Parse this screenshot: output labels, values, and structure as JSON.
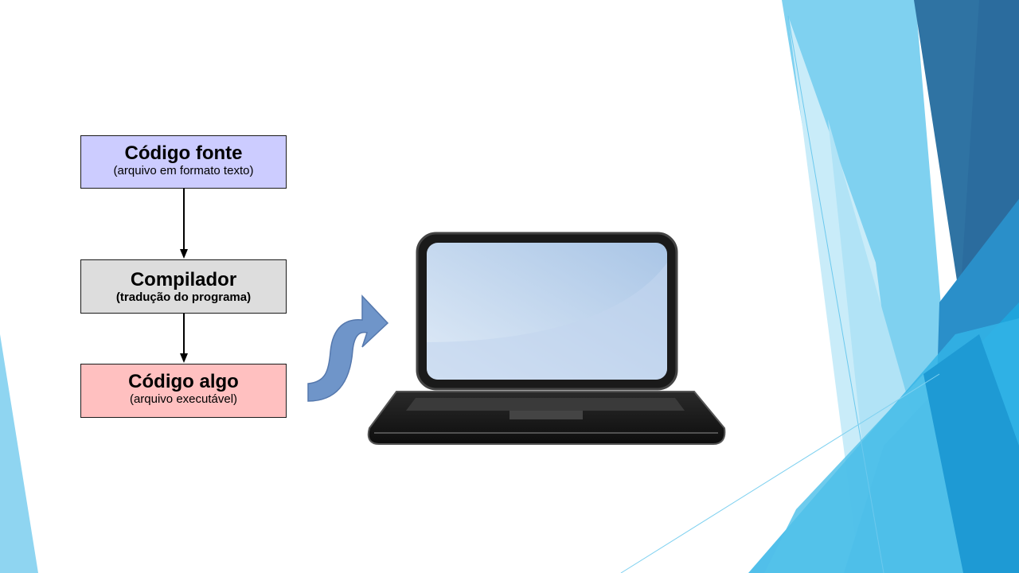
{
  "diagram": {
    "nodes": [
      {
        "id": "source",
        "title": "Código fonte",
        "subtitle": "(arquivo em formato texto)",
        "fill": "#ccccff"
      },
      {
        "id": "compiler",
        "title": "Compilador",
        "subtitle": "(tradução do programa)",
        "fill": "#dddddd"
      },
      {
        "id": "exec",
        "title": "Código algo",
        "subtitle": "(arquivo executável)",
        "fill": "#ffc0c0"
      }
    ],
    "edges": [
      {
        "from": "source",
        "to": "compiler"
      },
      {
        "from": "compiler",
        "to": "exec"
      }
    ]
  },
  "illustrations": {
    "arrow_icon": "curved-arrow-icon",
    "arrow_color": "#6f95c9",
    "computer_icon": "laptop-icon"
  },
  "theme": {
    "accent_light": "#7fd3f0",
    "accent_mid": "#29a9dd",
    "accent_dark": "#2f73a3"
  }
}
